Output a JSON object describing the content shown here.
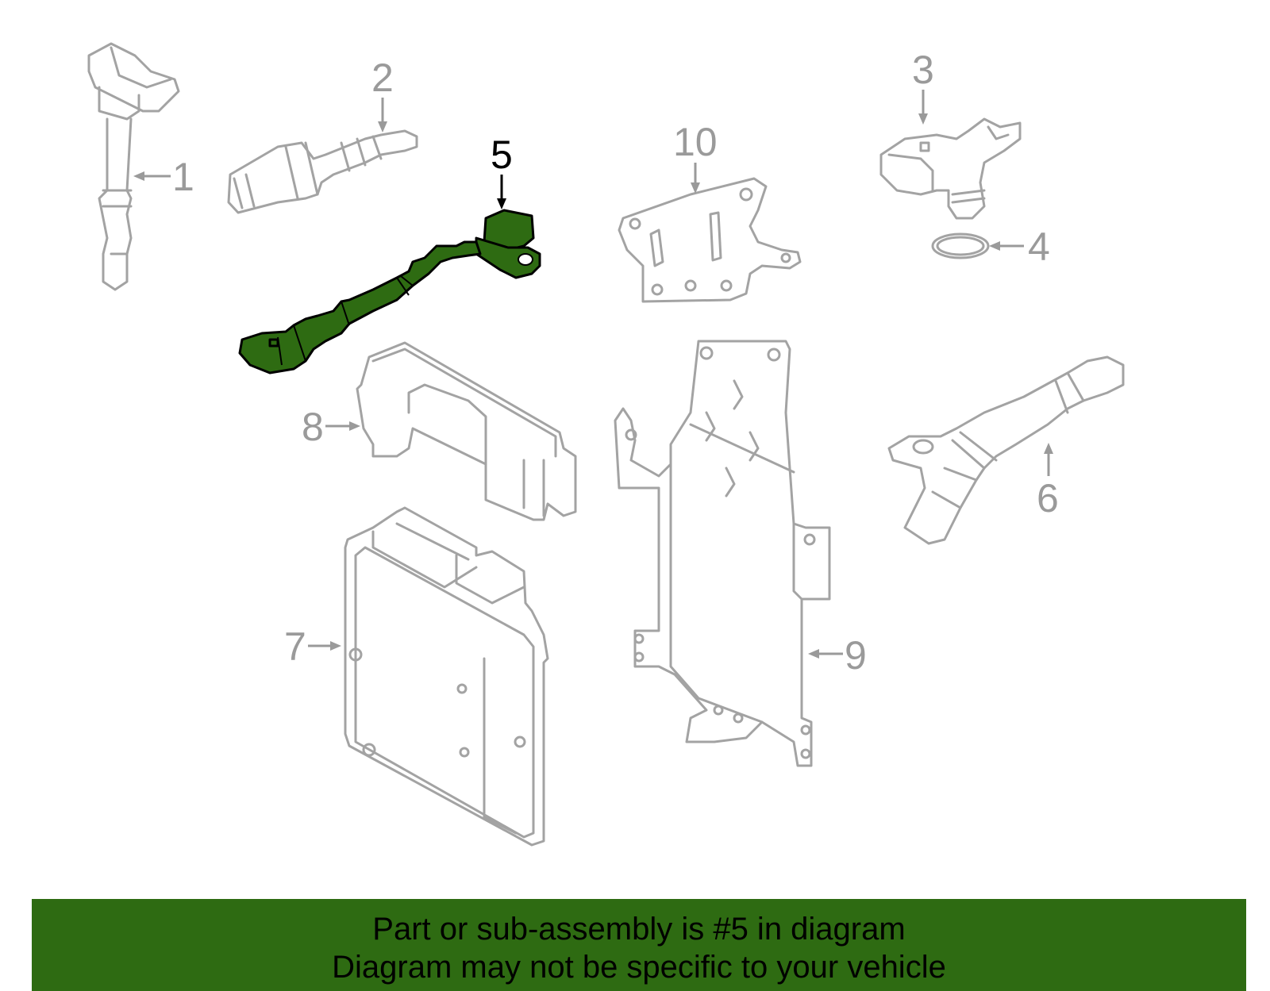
{
  "diagram": {
    "highlighted_part": "5",
    "highlight_color": "#2e6b12",
    "callouts": [
      "1",
      "2",
      "3",
      "4",
      "5",
      "6",
      "7",
      "8",
      "9",
      "10"
    ]
  },
  "banner": {
    "line1": "Part or sub-assembly is #5 in diagram",
    "line2": "Diagram may not be specific to your vehicle",
    "background": "#2e6b12"
  }
}
